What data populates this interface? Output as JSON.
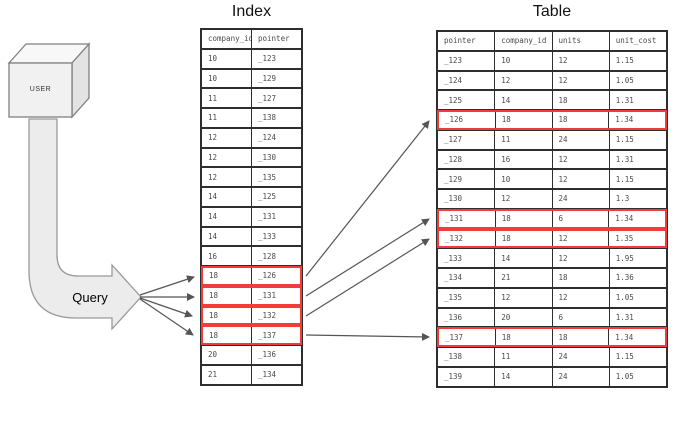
{
  "titles": {
    "index": "Index",
    "table": "Table"
  },
  "user_label": "USER",
  "query_label": "Query",
  "index_table": {
    "columns": [
      "company_id",
      "pointer"
    ],
    "rows": [
      [
        "10",
        "_123"
      ],
      [
        "10",
        "_129"
      ],
      [
        "11",
        "_127"
      ],
      [
        "11",
        "_138"
      ],
      [
        "12",
        "_124"
      ],
      [
        "12",
        "_130"
      ],
      [
        "12",
        "_135"
      ],
      [
        "14",
        "_125"
      ],
      [
        "14",
        "_131"
      ],
      [
        "14",
        "_133"
      ],
      [
        "16",
        "_128"
      ],
      [
        "18",
        "_126"
      ],
      [
        "18",
        "_131"
      ],
      [
        "18",
        "_132"
      ],
      [
        "18",
        "_137"
      ],
      [
        "20",
        "_136"
      ],
      [
        "21",
        "_134"
      ]
    ],
    "highlighted_rows": [
      11,
      12,
      13,
      14
    ]
  },
  "data_table": {
    "columns": [
      "pointer",
      "company_id",
      "units",
      "unit_cost"
    ],
    "rows": [
      [
        "_123",
        "10",
        "12",
        "1.15"
      ],
      [
        "_124",
        "12",
        "12",
        "1.05"
      ],
      [
        "_125",
        "14",
        "18",
        "1.31"
      ],
      [
        "_126",
        "18",
        "18",
        "1.34"
      ],
      [
        "_127",
        "11",
        "24",
        "1.15"
      ],
      [
        "_128",
        "16",
        "12",
        "1.31"
      ],
      [
        "_129",
        "10",
        "12",
        "1.15"
      ],
      [
        "_130",
        "12",
        "24",
        "1.3"
      ],
      [
        "_131",
        "18",
        "6",
        "1.34"
      ],
      [
        "_132",
        "18",
        "12",
        "1.35"
      ],
      [
        "_133",
        "14",
        "12",
        "1.95"
      ],
      [
        "_134",
        "21",
        "18",
        "1.36"
      ],
      [
        "_135",
        "12",
        "12",
        "1.05"
      ],
      [
        "_136",
        "20",
        "6",
        "1.31"
      ],
      [
        "_137",
        "18",
        "18",
        "1.34"
      ],
      [
        "_138",
        "11",
        "24",
        "1.15"
      ],
      [
        "_139",
        "14",
        "24",
        "1.05"
      ]
    ],
    "highlighted_rows": [
      3,
      8,
      9,
      14
    ]
  },
  "colors": {
    "highlight": "#f23b3b",
    "arrow": "#555555",
    "table_border": "#2e2e2e",
    "shape_fill": "#ececec",
    "shape_stroke": "#9a9a9a"
  }
}
